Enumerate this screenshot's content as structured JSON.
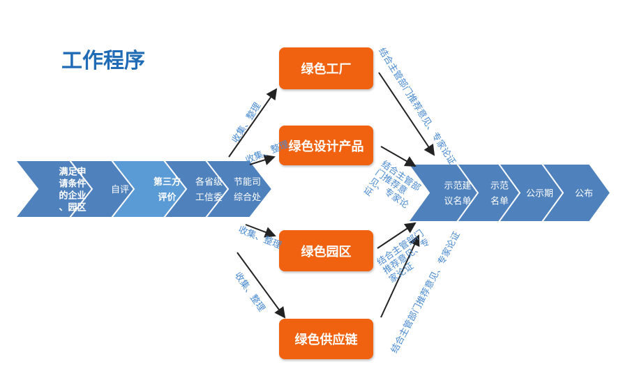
{
  "title": "工作程序",
  "left_steps": [
    {
      "lines": [
        "满足申",
        "请条件",
        "的企业",
        "、园区"
      ]
    },
    {
      "lines": [
        "自评"
      ]
    },
    {
      "lines": [
        "第三方",
        "评价"
      ]
    },
    {
      "lines": [
        "各省级",
        "工信委"
      ]
    },
    {
      "lines": [
        "节能司",
        "综合处"
      ]
    }
  ],
  "right_steps": [
    {
      "lines": [
        "示范建",
        "议名单"
      ]
    },
    {
      "lines": [
        "示范",
        "名单"
      ]
    },
    {
      "lines": [
        "公示期"
      ]
    },
    {
      "lines": [
        "公布"
      ]
    }
  ],
  "categories": [
    "绿色工厂",
    "绿色设计产品",
    "绿色园区",
    "绿色供应链"
  ],
  "edge_labels": {
    "collect1": "收集、整理",
    "collect2": "收集、整理",
    "collect3": "收集、整理",
    "collect4": "收集、整理",
    "review1": "结合主管部门推荐意见、专家论证",
    "review2": [
      "结合主管部",
      "门推荐意",
      "见、专家论",
      "证"
    ],
    "review3": [
      "结合主管部门",
      "推荐意见、专",
      "家论证"
    ],
    "review4": "结合主管部门推荐意见、专家论证"
  },
  "colors": {
    "chevron": "#4f81bd",
    "chevron_light": "#5b9bd5",
    "box": "#f0620f",
    "title": "#1f6bb5"
  }
}
